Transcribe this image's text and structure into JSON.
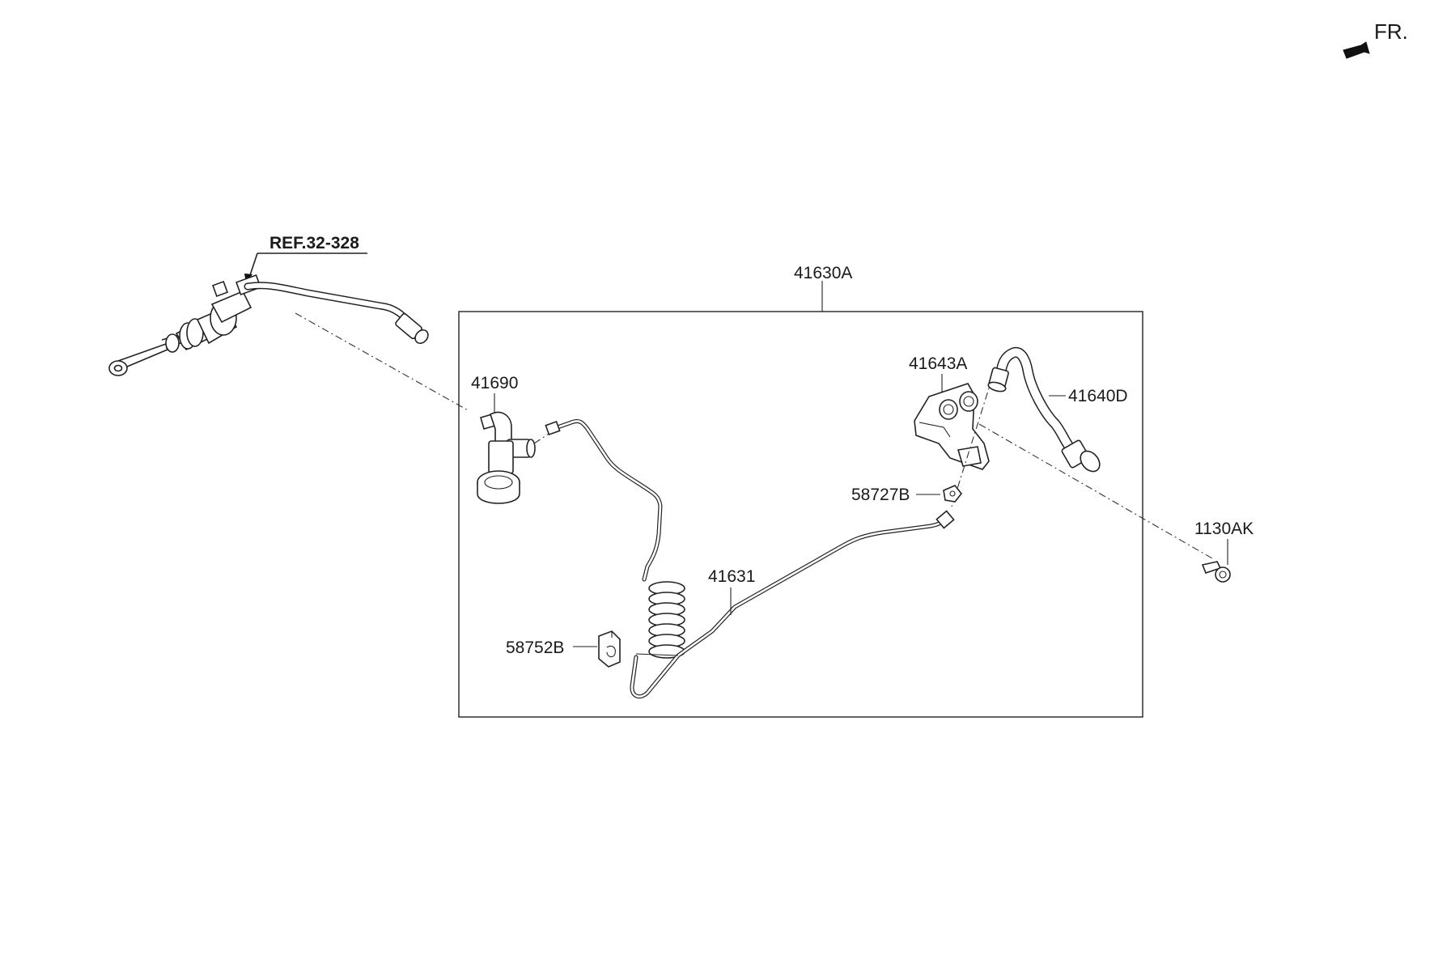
{
  "direction_marker": {
    "label": "FR.",
    "arrow_icon": "front-direction-arrow-icon"
  },
  "reference": {
    "label": "REF.32-328"
  },
  "assembly": {
    "label": "41630A"
  },
  "parts": {
    "p41690": "41690",
    "p41643A": "41643A",
    "p41640D": "41640D",
    "p58727B": "58727B",
    "p1130AK": "1130AK",
    "p41631": "41631",
    "p58752B": "58752B"
  }
}
